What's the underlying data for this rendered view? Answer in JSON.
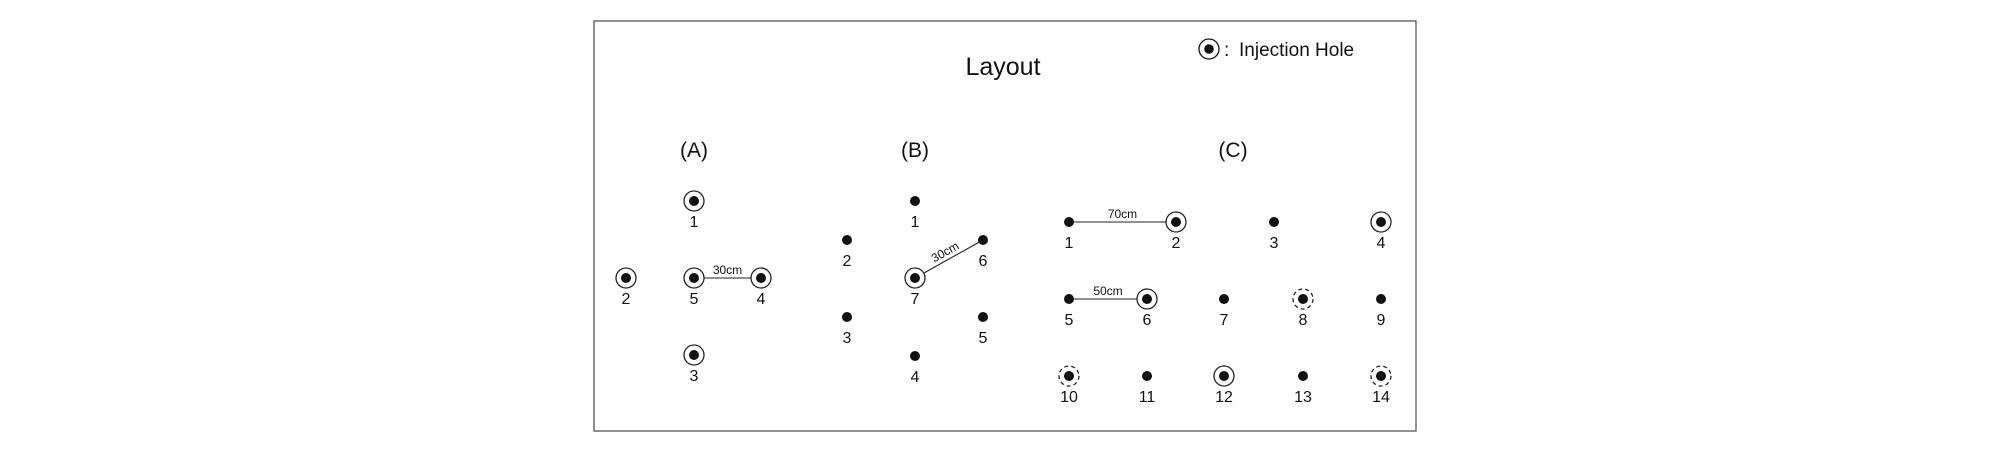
{
  "title": "Layout",
  "legend": {
    "symbol": "injection-hole-symbol",
    "text": "Injection Hole"
  },
  "panels": [
    {
      "label": "(A)",
      "points": [
        {
          "id": "1",
          "injection": "solid"
        },
        {
          "id": "2",
          "injection": "solid"
        },
        {
          "id": "3",
          "injection": "solid"
        },
        {
          "id": "4",
          "injection": "solid"
        },
        {
          "id": "5",
          "injection": "solid"
        }
      ],
      "distances": [
        {
          "from": "5",
          "to": "4",
          "text": "30cm"
        }
      ]
    },
    {
      "label": "(B)",
      "points": [
        {
          "id": "1",
          "injection": "none"
        },
        {
          "id": "2",
          "injection": "none"
        },
        {
          "id": "3",
          "injection": "none"
        },
        {
          "id": "4",
          "injection": "none"
        },
        {
          "id": "5",
          "injection": "none"
        },
        {
          "id": "6",
          "injection": "none"
        },
        {
          "id": "7",
          "injection": "solid"
        }
      ],
      "distances": [
        {
          "from": "7",
          "to": "6",
          "text": "30cm"
        }
      ]
    },
    {
      "label": "(C)",
      "points": [
        {
          "id": "1",
          "injection": "none"
        },
        {
          "id": "2",
          "injection": "solid"
        },
        {
          "id": "3",
          "injection": "none"
        },
        {
          "id": "4",
          "injection": "solid"
        },
        {
          "id": "5",
          "injection": "none"
        },
        {
          "id": "6",
          "injection": "solid"
        },
        {
          "id": "7",
          "injection": "none"
        },
        {
          "id": "8",
          "injection": "dashed"
        },
        {
          "id": "9",
          "injection": "none"
        },
        {
          "id": "10",
          "injection": "dashed"
        },
        {
          "id": "11",
          "injection": "none"
        },
        {
          "id": "12",
          "injection": "solid"
        },
        {
          "id": "13",
          "injection": "none"
        },
        {
          "id": "14",
          "injection": "dashed"
        }
      ],
      "distances": [
        {
          "from": "1",
          "to": "2",
          "text": "70cm"
        },
        {
          "from": "5",
          "to": "6",
          "text": "50cm"
        }
      ]
    }
  ]
}
